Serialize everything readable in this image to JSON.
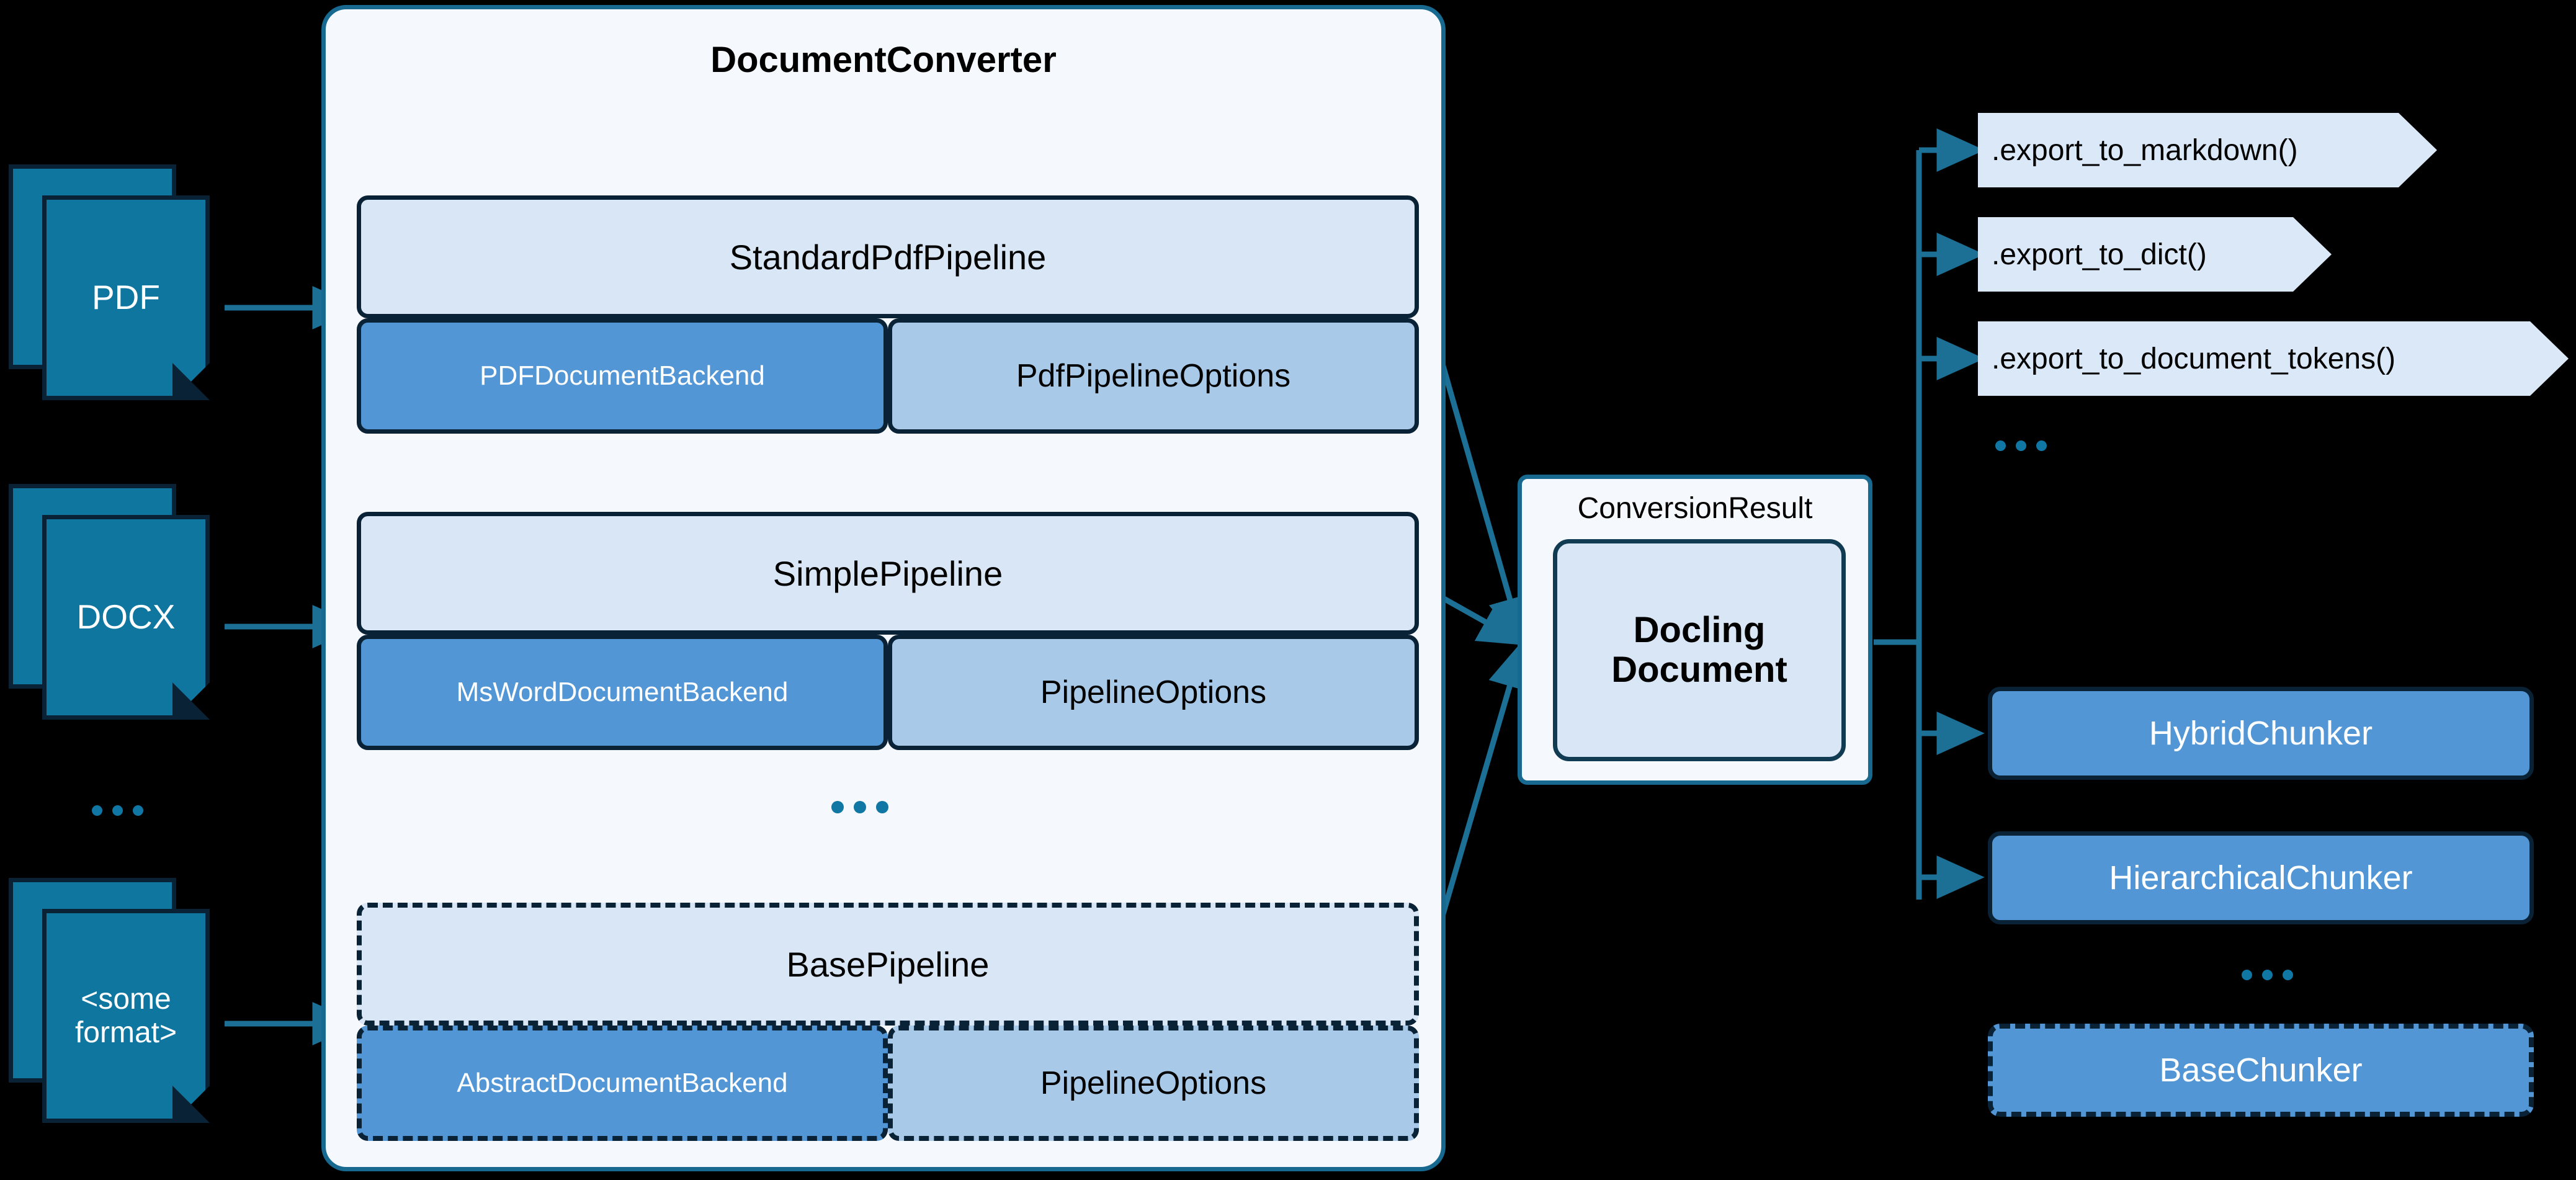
{
  "theme": {
    "background": "#000000",
    "panel_bg": "#f5f8fd",
    "panel_border": "#17698f",
    "dark_border": "#0a2236",
    "input_doc_fill": "#0f76a0",
    "pipeline_head_fill": "#d9e6f5",
    "backend_fill": "#5296d5",
    "options_fill": "#a8c9e8",
    "export_fill": "#dbe8f7",
    "chunker_fill": "#5296d5",
    "connector": "#1c6f95",
    "ellipsis_dot": "#1076a3"
  },
  "inputs": {
    "documents": [
      {
        "label": "PDF",
        "lines": [
          "PDF"
        ]
      },
      {
        "label": "DOCX",
        "lines": [
          "DOCX"
        ]
      },
      {
        "label": "some-format",
        "lines": [
          "<some",
          "format>"
        ]
      }
    ],
    "ellipsis": "..."
  },
  "converter": {
    "title": "DocumentConverter",
    "ellipsis": "...",
    "pipelines": [
      {
        "name": "StandardPdfPipeline",
        "abstract": false,
        "backend": "PDFDocumentBackend",
        "options": "PdfPipelineOptions"
      },
      {
        "name": "SimplePipeline",
        "abstract": false,
        "backend": "MsWordDocumentBackend",
        "options": "PipelineOptions"
      },
      {
        "name": "BasePipeline",
        "abstract": true,
        "backend": "AbstractDocumentBackend",
        "options": "PipelineOptions"
      }
    ]
  },
  "result": {
    "container_label": "ConversionResult",
    "document_lines": [
      "Docling",
      "Document"
    ]
  },
  "exports": {
    "methods": [
      ".export_to_markdown()",
      ".export_to_dict()",
      ".export_to_document_tokens()"
    ],
    "ellipsis": "..."
  },
  "chunkers": {
    "items": [
      {
        "name": "HybridChunker",
        "abstract": false
      },
      {
        "name": "HierarchicalChunker",
        "abstract": false
      },
      {
        "name": "BaseChunker",
        "abstract": true
      }
    ],
    "ellipsis": "..."
  }
}
